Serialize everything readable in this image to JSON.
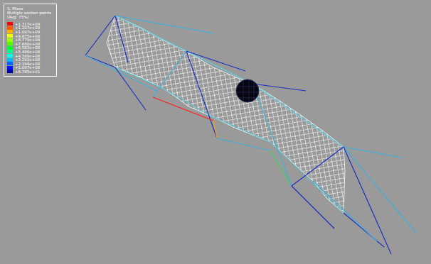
{
  "diagram": {
    "labels": [
      "S, Mises",
      "Multiple section points",
      "(Avg: 75%)"
    ],
    "legend": [
      {
        "text": "+1.317e+09",
        "color": "#ff0000"
      },
      {
        "text": "+1.207e+09",
        "color": "#ff5a00"
      },
      {
        "text": "+1.097e+09",
        "color": "#ffb400"
      },
      {
        "text": "+9.875e+08",
        "color": "#f0ff00"
      },
      {
        "text": "+8.779e+08",
        "color": "#a0ff00"
      },
      {
        "text": "+7.680e+08",
        "color": "#50ff00"
      },
      {
        "text": "+6.583e+08",
        "color": "#00ff28"
      },
      {
        "text": "+5.486e+08",
        "color": "#00ff8c"
      },
      {
        "text": "+4.389e+08",
        "color": "#00ffe6"
      },
      {
        "text": "+3.292e+08",
        "color": "#00b4ff"
      },
      {
        "text": "+2.194e+08",
        "color": "#0064ff"
      },
      {
        "text": "+1.097e+08",
        "color": "#0014ff"
      },
      {
        "text": "+8.785e+01",
        "color": "#0000a0"
      }
    ]
  }
}
